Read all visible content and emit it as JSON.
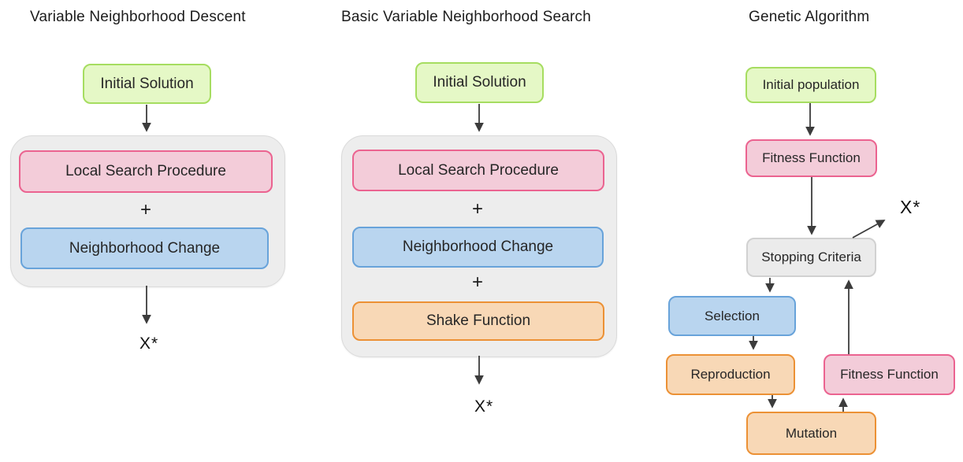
{
  "colors": {
    "green_fill": "#e5f8c6",
    "green_border": "#a6dd60",
    "pink_fill": "#f3ccd9",
    "pink_border": "#eb6390",
    "blue_fill": "#b9d5ef",
    "blue_border": "#68a3da",
    "orange_fill": "#f8d8b6",
    "orange_border": "#ec9135",
    "container_fill": "#ededed",
    "container_border": "#dadada",
    "gray_box_fill": "#ebebeb",
    "gray_box_border": "#d1d1d1",
    "arrow": "#3c3c3c"
  },
  "vnd": {
    "title": "Variable Neighborhood Descent",
    "initial_solution": "Initial Solution",
    "local_search": "Local Search Procedure",
    "plus": "+",
    "neighborhood_change": "Neighborhood Change",
    "output": "X*"
  },
  "bvns": {
    "title": "Basic Variable Neighborhood Search",
    "initial_solution": "Initial Solution",
    "local_search": "Local Search Procedure",
    "plus1": "+",
    "neighborhood_change": "Neighborhood Change",
    "plus2": "+",
    "shake_function": "Shake Function",
    "output": "X*"
  },
  "ga": {
    "title": "Genetic Algorithm",
    "initial_population": "Initial population",
    "fitness_function_top": "Fitness Function",
    "stopping_criteria": "Stopping Criteria",
    "selection": "Selection",
    "reproduction": "Reproduction",
    "mutation": "Mutation",
    "fitness_function_right": "Fitness Function",
    "output": "X*"
  }
}
